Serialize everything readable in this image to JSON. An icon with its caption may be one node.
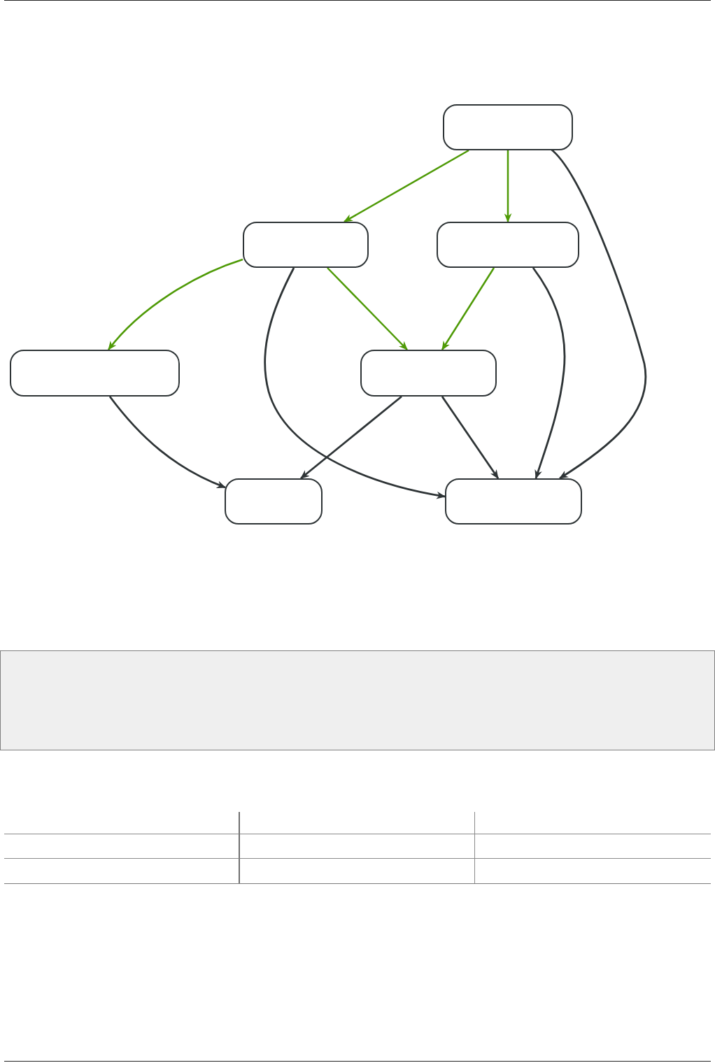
{
  "diagram": {
    "nodes": [
      {
        "text": [],
        "shape": "box"
      },
      {
        "text": [],
        "shape": "box"
      },
      {
        "text": [],
        "shape": "box"
      },
      {
        "text": [],
        "shape": "box"
      },
      {
        "text": [],
        "shape": "box"
      },
      {
        "text": [],
        "shape": "box"
      },
      {
        "text": [],
        "shape": "box"
      }
    ],
    "edges": [
      {
        "from": 0,
        "to": 1,
        "arrow": "to",
        "color": "#4e9a06"
      },
      {
        "from": 0,
        "to": 2,
        "arrow": "to",
        "color": "#4e9a06"
      },
      {
        "from": 0,
        "to": 6,
        "arrow": "to"
      },
      {
        "from": 1,
        "to": 3,
        "arrow": "to",
        "color": "#4e9a06"
      },
      {
        "from": 1,
        "to": 4,
        "arrow": "to",
        "color": "#4e9a06"
      },
      {
        "from": 1,
        "to": 6,
        "arrow": "to"
      },
      {
        "from": 2,
        "to": 4,
        "arrow": "to",
        "color": "#4e9a06"
      },
      {
        "from": 2,
        "to": 6,
        "arrow": "to"
      },
      {
        "from": 3,
        "to": 5,
        "arrow": "to"
      },
      {
        "from": 4,
        "to": 5,
        "arrow": "to"
      },
      {
        "from": 4,
        "to": 6,
        "arrow": "to"
      }
    ]
  }
}
